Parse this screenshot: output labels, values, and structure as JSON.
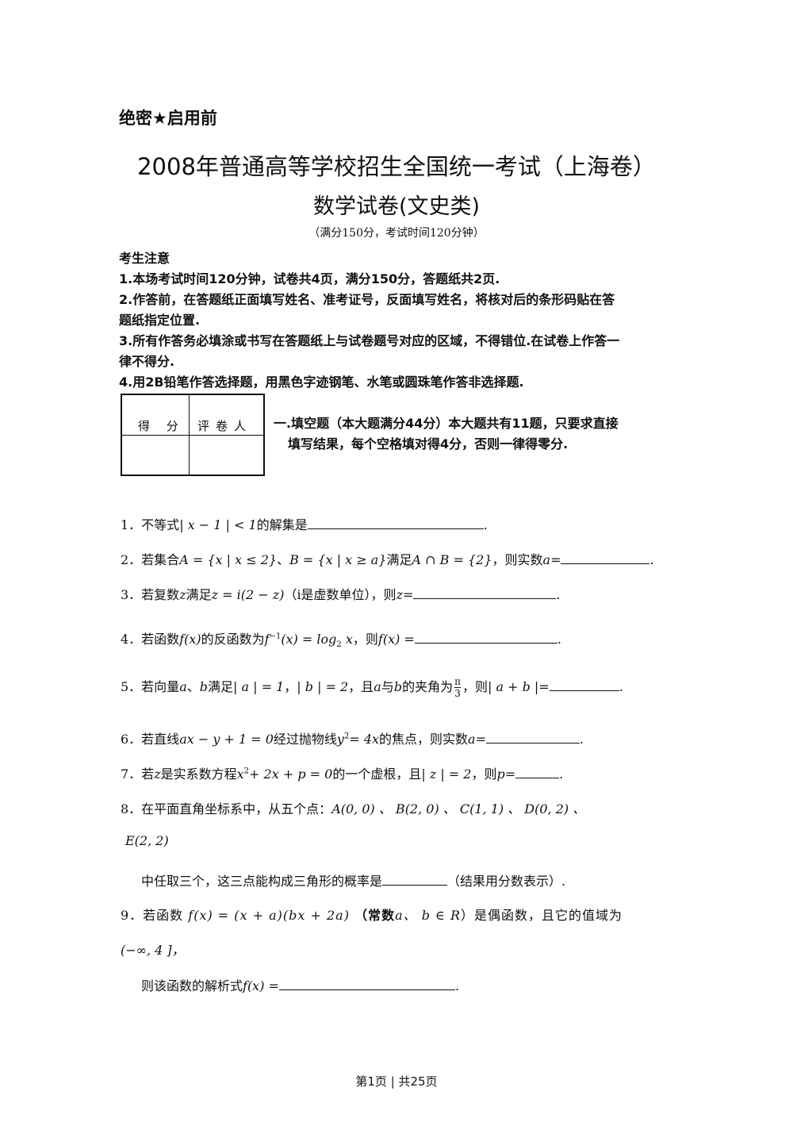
{
  "header": {
    "secret": "绝密★启用前",
    "title": "2008年普通高等学校招生全国统一考试（上海卷）",
    "subtitle": "数学试卷(文史类)",
    "score_note": "（满分150分，考试时间120分钟）"
  },
  "notice": {
    "heading": "考生注意",
    "items": [
      "1.本场考试时间120分钟，试卷共4页，满分150分，答题纸共2页.",
      "2.作答前，在答题纸正面填写姓名、准考证号，反面填写姓名，将核对后的条形码贴在答",
      "题纸指定位置.",
      "3.所有作答务必填涂或书写在答题纸上与试卷题号对应的区域，不得错位.在试卷上作答一",
      "律不得分.",
      "4.用2B铅笔作答选择题，用黑色字迹钢笔、水笔或圆珠笔作答非选择题."
    ]
  },
  "grade_table": {
    "col1": "得 分",
    "col2": "评卷人"
  },
  "section": {
    "line1": "一.填空题（本大题满分44分）本大题共有11题，只要求直接",
    "line2": "填写结果，每个空格填对得4分，否则一律得零分."
  },
  "questions": {
    "q1": {
      "pre": "1．不等式",
      "math": "| x − 1 | < 1",
      "post": "的解集是",
      "end": "."
    },
    "q2": {
      "pre": "2．若集合",
      "math1": "A = {x | x ≤ 2}",
      "mid1": "、",
      "math2": "B = {x | x ≥ a}",
      "mid2": "满足",
      "math3": "A ∩ B = {2}",
      "post": "，则实数",
      "var": "a",
      "eq": "=",
      "end": "."
    },
    "q3": {
      "pre": "3．若复数",
      "var": "z",
      "mid1": "满足",
      "math": "z = i(2 − z)",
      "mid2": "（i是虚数单位），则",
      "var2": "z",
      "eq": "=",
      "end": "."
    },
    "q4": {
      "pre": "4．若函数",
      "math1": "f(x)",
      "mid": "的反函数为",
      "math2": "f",
      "sup": "−1",
      "math3": "(x) = log",
      "sub": "2",
      "math4": "x",
      "post": "，则",
      "math5": "f(x) =",
      "end": "."
    },
    "q5": {
      "pre": "5．若向量",
      "a": "a",
      "sep": "、",
      "b": "b",
      "mid1": "满足",
      "m1": "| a | = 1",
      "comma": "，",
      "m2": "| b | = 2",
      "mid2": "，且",
      "a2": "a",
      "with": "与",
      "b2": "b",
      "angle": "的夹角为",
      "num": "π",
      "den": "3",
      "post": "，则",
      "m3": "| a + b |",
      "eq": "=",
      "end": "."
    },
    "q6": {
      "pre": "6．若直线",
      "math1": "ax − y + 1 = 0",
      "mid": "经过抛物线",
      "math2": "y",
      "sup": "2",
      "math3": "= 4x",
      "post": "的焦点，则实数",
      "var": "a",
      "eq": "=",
      "end": "."
    },
    "q7": {
      "pre": "7．若",
      "var": "z",
      "mid1": "是实系数方程",
      "math1": "x",
      "sup": "2",
      "math2": "+ 2x + p = 0",
      "mid2": "的一个虚根，且",
      "math3": "| z | = 2",
      "post": "，则",
      "var2": "p",
      "eq": "=",
      "end": "."
    },
    "q8": {
      "line1": "8．在平面直角坐标系中，从五个点：",
      "pts": "A(0, 0) 、 B(2, 0) 、 C(1, 1) 、 D(0, 2) 、",
      "line2": "E(2, 2)",
      "line3pre": "中任取三个，这三点能构成三角形的概率是",
      "line3post": "（结果用分数表示）."
    },
    "q9": {
      "pre": "9．若函数",
      "math1": "f(x) = (x + a)(bx + 2a)",
      "mid": "（常数",
      "math2": "a、 b ∈ R",
      "post": "）是偶函数，且它的值域为",
      "line2": "(−∞, 4 ]，",
      "line3pre": "则该函数的解析式",
      "math3": "f(x) =",
      "end": "."
    }
  },
  "footer": "第1页 | 共25页"
}
